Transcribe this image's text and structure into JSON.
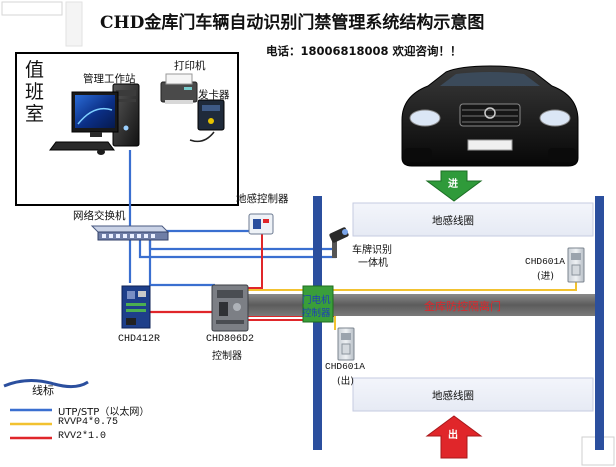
{
  "title": "CHD金库门车辆自动识别门禁管理系统结构示意图",
  "contact": "电话：18006818008 欢迎咨询！！",
  "duty_room": {
    "label_1": "值",
    "label_2": "班",
    "label_3": "室"
  },
  "nodes": {
    "workstation": "管理工作站",
    "printer": "打印机",
    "card_issuer": "发卡器",
    "switch": "网络交换机",
    "ground_sensor_controller": "地感控制器",
    "plate_recognizer_1": "车牌识别",
    "plate_recognizer_2": "一体机",
    "chd412r": "CHD412R",
    "chd806d2_model": "CHD806D2",
    "chd806d2_role": "控制器",
    "motor_1": "门电机",
    "motor_2": "控制器",
    "reader_in_model": "CHD601A",
    "reader_in_dir": "(进)",
    "reader_out_model": "CHD601A",
    "reader_out_dir": "(出)",
    "loop_top": "地感线圈",
    "loop_bottom": "地感线圈",
    "gate": "金库防控隔离门"
  },
  "arrows": {
    "entry": "进",
    "exit": "出"
  },
  "legend": {
    "title": "线标",
    "items": [
      {
        "label": "UTP/STP（以太网）",
        "color": "#3a6fd0"
      },
      {
        "label": "RVVP4*0.75",
        "color": "#f2c230"
      },
      {
        "label": "RVV2*1.0",
        "color": "#e0262a"
      }
    ]
  },
  "colors": {
    "ethernet": "#3a6fd0",
    "rvvp": "#f2c230",
    "rvv": "#e0262a",
    "gate_bar": "#6e6e6e",
    "gate_text": "#e0262a",
    "lane_post": "#2b4f9e",
    "motor_box": "#3a9e3a",
    "motor_text": "#1f3fb5",
    "arrow_in": "#2f9a3a",
    "arrow_out": "#e0262a"
  }
}
